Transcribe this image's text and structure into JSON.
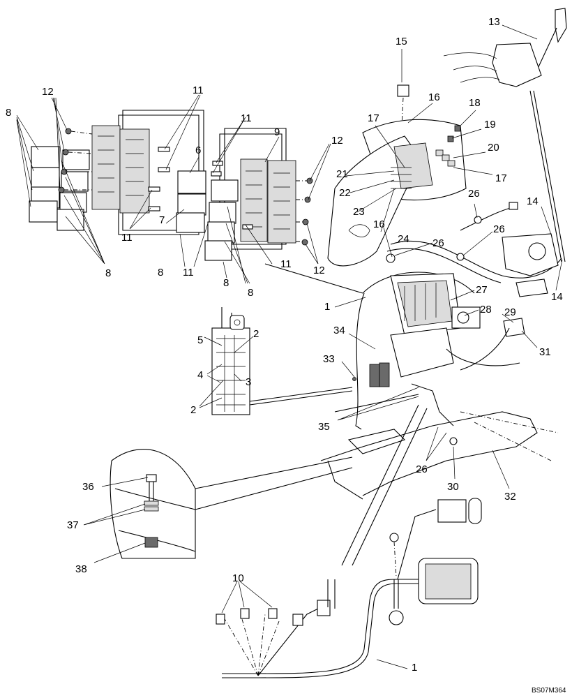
{
  "figure_code": "BS07M364",
  "callouts": {
    "c1": "1",
    "c1b": "1",
    "c2": "2",
    "c2b": "2",
    "c3": "3",
    "c4": "4",
    "c5": "5",
    "c6": "6",
    "c7": "7",
    "c8a": "8",
    "c8b": "8",
    "c8c": "8",
    "c8d": "8",
    "c8e": "8",
    "c9": "9",
    "c10": "10",
    "c11a": "11",
    "c11b": "11",
    "c11c": "11",
    "c11d": "11",
    "c11e": "11",
    "c12a": "12",
    "c12b": "12",
    "c12c": "12",
    "c13": "13",
    "c14a": "14",
    "c14b": "14",
    "c15": "15",
    "c16a": "16",
    "c16b": "16",
    "c17a": "17",
    "c17b": "17",
    "c18": "18",
    "c19": "19",
    "c20": "20",
    "c21": "21",
    "c22": "22",
    "c23": "23",
    "c24": "24",
    "c26a": "26",
    "c26b": "26",
    "c26c": "26",
    "c26d": "26",
    "c27": "27",
    "c28": "28",
    "c29": "29",
    "c30": "30",
    "c31": "31",
    "c32": "32",
    "c33": "33",
    "c34": "34",
    "c35": "35",
    "c36": "36",
    "c37": "37",
    "c38": "38"
  }
}
